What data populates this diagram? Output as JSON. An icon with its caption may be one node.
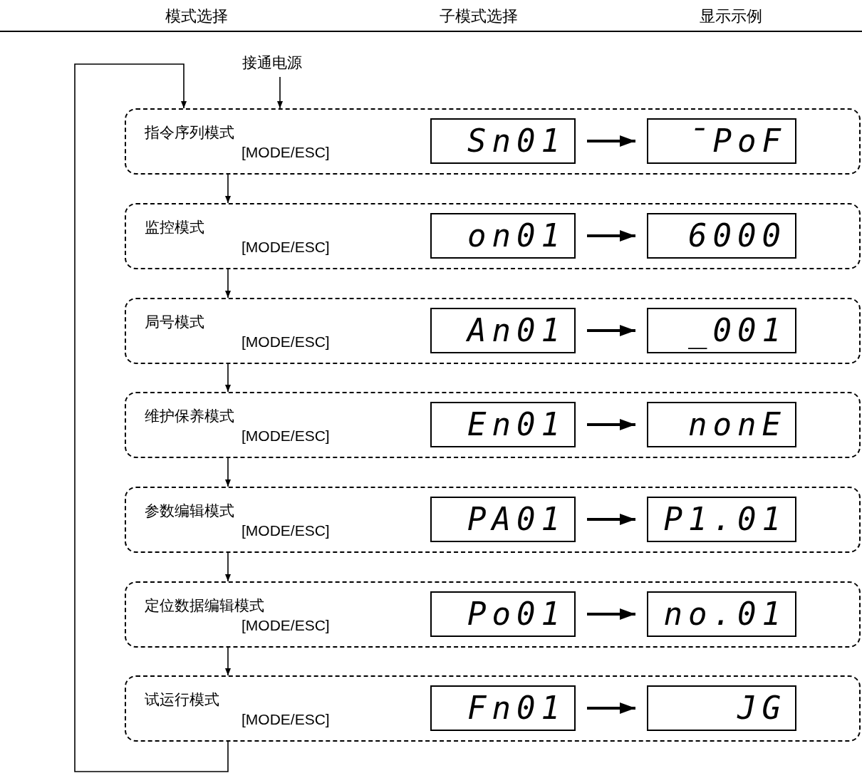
{
  "diagram": {
    "nodes": [
      {
        "text": [
          "接通电源"
        ]
      },
      {
        "text": [
          "指令序列模式",
          "[MODE/ESC]"
        ]
      },
      {
        "text": [
          "Sn01"
        ],
        "in": 1
      },
      {
        "text": [
          "¯PoF"
        ],
        "in": 1
      },
      {
        "text": [
          "监控模式",
          "[MODE/ESC]"
        ]
      },
      {
        "text": [
          "on01"
        ],
        "in": 4
      },
      {
        "text": [
          "6000"
        ],
        "in": 4
      },
      {
        "text": [
          "局号模式",
          "[MODE/ESC]"
        ]
      },
      {
        "text": [
          "An01"
        ],
        "in": 7
      },
      {
        "text": [
          "_001"
        ],
        "in": 7
      },
      {
        "text": [
          "维护保养模式",
          "[MODE/ESC]"
        ]
      },
      {
        "text": [
          "En01"
        ],
        "in": 10
      },
      {
        "text": [
          "nonE"
        ],
        "in": 10
      },
      {
        "text": [
          "参数编辑模式",
          "[MODE/ESC]"
        ]
      },
      {
        "text": [
          "PA01"
        ],
        "in": 13
      },
      {
        "text": [
          "P1.01"
        ],
        "in": 13
      },
      {
        "text": [
          "定位数据编辑模式",
          "[MODE/ESC]"
        ]
      },
      {
        "text": [
          "Po01"
        ],
        "in": 16
      },
      {
        "text": [
          "no.01"
        ],
        "in": 16
      },
      {
        "text": [
          "试运行模式",
          "[MODE/ESC]"
        ]
      },
      {
        "text": [
          "Fn01"
        ],
        "in": 19
      },
      {
        "text": [
          "JG"
        ],
        "in": 19
      }
    ],
    "edges": [
      {
        "from": 0,
        "to": 1,
        "arrow": "to"
      },
      {
        "from": 2,
        "to": 3,
        "arrow": "to",
        "style": "thick"
      },
      {
        "from": 1,
        "to": 4,
        "arrow": "to"
      },
      {
        "from": 5,
        "to": 6,
        "arrow": "to",
        "style": "thick"
      },
      {
        "from": 4,
        "to": 7,
        "arrow": "to"
      },
      {
        "from": 8,
        "to": 9,
        "arrow": "to",
        "style": "thick"
      },
      {
        "from": 7,
        "to": 10,
        "arrow": "to"
      },
      {
        "from": 11,
        "to": 12,
        "arrow": "to",
        "style": "thick"
      },
      {
        "from": 10,
        "to": 13,
        "arrow": "to"
      },
      {
        "from": 14,
        "to": 15,
        "arrow": "to",
        "style": "thick"
      },
      {
        "from": 13,
        "to": 16,
        "arrow": "to"
      },
      {
        "from": 17,
        "to": 18,
        "arrow": "to",
        "style": "thick"
      },
      {
        "from": 16,
        "to": 19,
        "arrow": "to"
      },
      {
        "from": 20,
        "to": 21,
        "arrow": "to",
        "style": "thick"
      },
      {
        "from": 19,
        "to": 1,
        "arrow": "to"
      }
    ],
    "labels": [
      "模式选择",
      "子模式选择",
      "显示示例"
    ]
  }
}
